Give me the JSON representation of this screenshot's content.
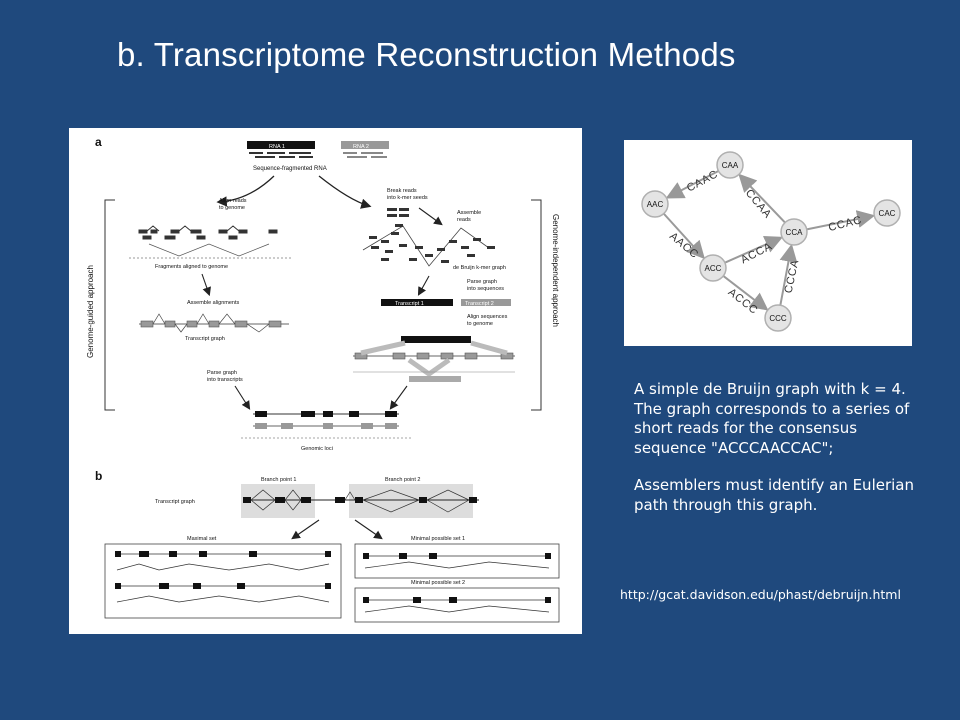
{
  "slide": {
    "title": "b.  Transcriptome Reconstruction Methods"
  },
  "figure_left": {
    "panel_a_label": "a",
    "panel_b_label": "b",
    "rna1": "RNA 1",
    "rna2": "RNA 2",
    "sequence_fragmented": "Sequence-fragmented RNA",
    "align_reads": [
      "Align reads",
      "to genome"
    ],
    "break_reads": [
      "Break reads",
      "into k-mer seeds"
    ],
    "assemble_reads": [
      "Assemble",
      "reads"
    ],
    "fragments_aligned": "Fragments aligned to genome",
    "debruijn_graph": "de Bruijn k-mer graph",
    "assemble_alignments": "Assemble alignments",
    "parse_graph_seq": [
      "Parse graph",
      "into sequences"
    ],
    "transcript1": "Transcript 1",
    "transcript2": "Transcript 2",
    "align_sequences": [
      "Align sequences",
      "to genome"
    ],
    "transcript_graph_a": "Transcript graph",
    "parse_graph_transcripts": [
      "Parse graph",
      "into transcripts"
    ],
    "genomic_loci": "Genomic loci",
    "genome_guided": "Genome-guided approach",
    "genome_independent": "Genome-independent approach",
    "branch_point1": "Branch point 1",
    "branch_point2": "Branch point 2",
    "transcript_graph_b": "Transcript graph",
    "maximal_set": "Maximal set",
    "minimal_set1": "Minimal possible set 1",
    "minimal_set2": "Minimal possible set 2"
  },
  "debruijn": {
    "nodes": [
      {
        "id": "CAA",
        "label": "CAA"
      },
      {
        "id": "AAC",
        "label": "AAC"
      },
      {
        "id": "CCA",
        "label": "CCA"
      },
      {
        "id": "CAC",
        "label": "CAC"
      },
      {
        "id": "ACC",
        "label": "ACC"
      },
      {
        "id": "CCC",
        "label": "CCC"
      }
    ],
    "edges": [
      {
        "from": "CAA",
        "to": "AAC",
        "label": "CAAC"
      },
      {
        "from": "CCA",
        "to": "CAA",
        "label": "CCAA"
      },
      {
        "from": "AAC",
        "to": "ACC",
        "label": "AACC"
      },
      {
        "from": "ACC",
        "to": "CCA",
        "label": "ACCA"
      },
      {
        "from": "CCA",
        "to": "CAC",
        "label": "CCAC"
      },
      {
        "from": "ACC",
        "to": "CCC",
        "label": "ACCC"
      },
      {
        "from": "CCC",
        "to": "CCA",
        "label": "CCCA"
      }
    ]
  },
  "caption": {
    "p1": "A simple de Bruijn graph with k = 4. The graph corresponds to a series of short reads for the consensus sequence \"ACCCAACCAC\";",
    "p2": "Assemblers must identify an Eulerian path through this graph."
  },
  "source_url": "http://gcat.davidson.edu/phast/debruijn.html"
}
